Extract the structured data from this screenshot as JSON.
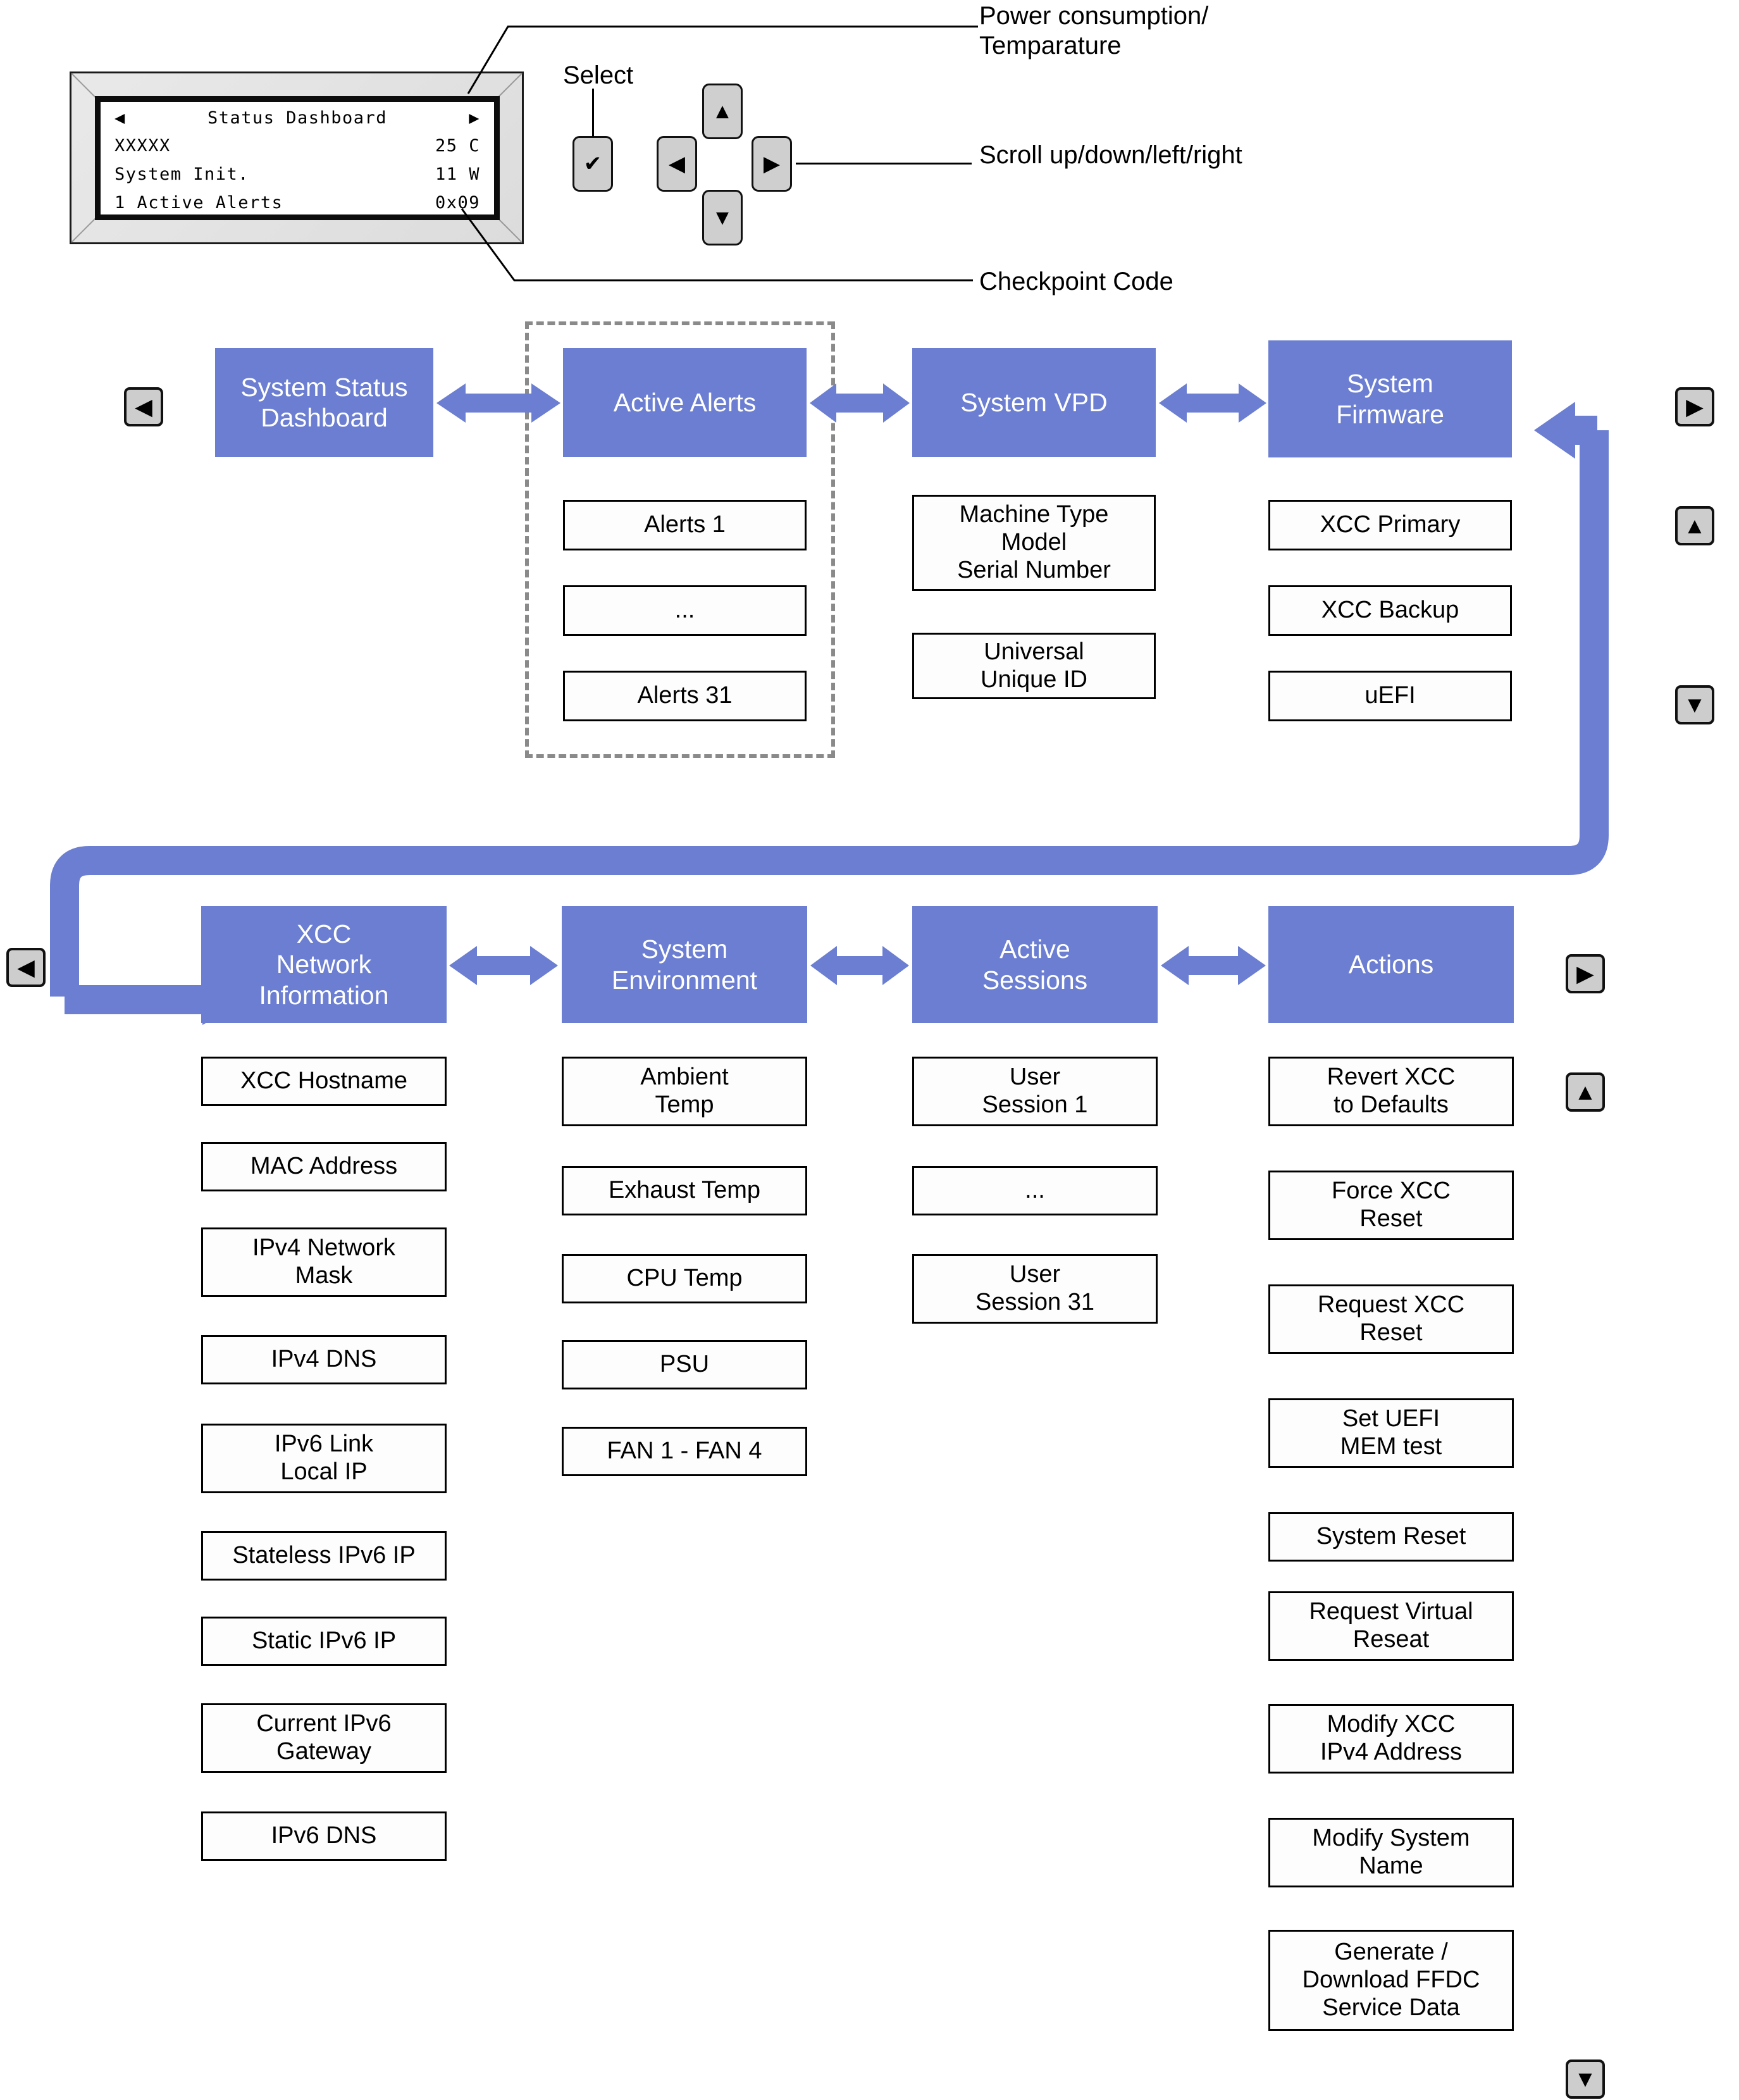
{
  "lcd": {
    "title": "Status Dashboard",
    "left_arrow": "◀",
    "right_arrow": "▶",
    "rows": [
      {
        "left": "XXXXX",
        "right": "25 C"
      },
      {
        "left": "System Init.",
        "right": "11 W"
      },
      {
        "left": "1 Active Alerts",
        "right": "0x09"
      }
    ]
  },
  "keypad": {
    "select_label": "Select",
    "select_glyph": "✔",
    "up_glyph": "▲",
    "down_glyph": "▼",
    "left_glyph": "◀",
    "right_glyph": "▶"
  },
  "annotations": {
    "power_temp": "Power consumption/\nTemparature",
    "scroll": "Scroll up/down/left/right",
    "checkpoint": "Checkpoint Code"
  },
  "nav_buttons": {
    "row1_left": "◀",
    "row1_right": "▶",
    "row1_up": "▲",
    "row1_down": "▼",
    "row2_left": "◀",
    "row2_right": "▶",
    "row2_up": "▲",
    "row2_down": "▼"
  },
  "colors": {
    "header_fill": "#6B7ED1",
    "connector": "#6B7ED1",
    "dashed_border": "#8a8a8a",
    "button_fill": "#cdcdcd"
  },
  "menu": {
    "row1": [
      {
        "title": "System Status\nDashboard",
        "items": []
      },
      {
        "title": "Active Alerts",
        "items": [
          "Alerts 1",
          "...",
          "Alerts 31"
        ]
      },
      {
        "title": "System VPD",
        "items": [
          "Machine Type\nModel\nSerial Number",
          "Universal\nUnique ID"
        ]
      },
      {
        "title": "System\nFirmware",
        "items": [
          "XCC Primary",
          "XCC Backup",
          "uEFI"
        ]
      }
    ],
    "row2": [
      {
        "title": "XCC\nNetwork\nInformation",
        "items": [
          "XCC Hostname",
          "MAC Address",
          "IPv4 Network\nMask",
          "IPv4 DNS",
          "IPv6 Link\nLocal IP",
          "Stateless IPv6 IP",
          "Static IPv6 IP",
          "Current IPv6\nGateway",
          "IPv6 DNS"
        ]
      },
      {
        "title": "System\nEnvironment",
        "items": [
          "Ambient\nTemp",
          "Exhaust Temp",
          "CPU Temp",
          "PSU",
          "FAN 1 - FAN 4"
        ]
      },
      {
        "title": "Active\nSessions",
        "items": [
          "User\nSession 1",
          "...",
          "User\nSession 31"
        ]
      },
      {
        "title": "Actions",
        "items": [
          "Revert XCC\nto Defaults",
          "Force XCC\nReset",
          "Request XCC\nReset",
          "Set UEFI\nMEM test",
          "System Reset",
          "Request Virtual\nReseat",
          "Modify XCC\nIPv4 Address",
          "Modify System\nName",
          "Generate /\nDownload FFDC\nService Data"
        ]
      }
    ]
  }
}
